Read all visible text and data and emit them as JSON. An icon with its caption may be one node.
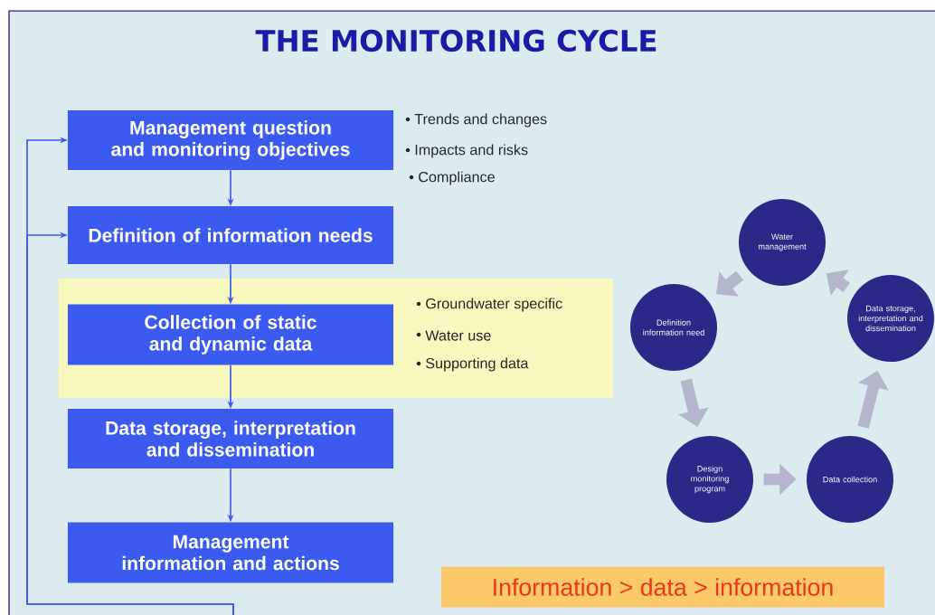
{
  "diagram": {
    "title": "THE MONITORING CYCLE",
    "nodes": [
      {
        "text": [
          "Management question and monitoring objectives"
        ],
        "beside": [
          "Trends and changes",
          "Impacts and risks",
          "Compliance"
        ]
      },
      {
        "text": [
          "Definition of information needs"
        ]
      },
      {
        "text": [
          "Groundwater specific",
          "Water use",
          "Supporting data"
        ]
      },
      {
        "text": [
          "Collection of static and dynamic data"
        ],
        "in": 2
      },
      {
        "text": [
          "Data storage, interpretation and dissemination"
        ]
      },
      {
        "text": [
          "Management information and actions"
        ]
      },
      {
        "text": [
          "Water management"
        ]
      },
      {
        "text": [
          "Definition information need"
        ]
      },
      {
        "text": [
          "Data storage, interpretation and dissemination"
        ]
      },
      {
        "text": [
          "Design monitoring program"
        ]
      },
      {
        "text": [
          "Data collection"
        ]
      },
      {
        "text": [
          "Information > data > information"
        ]
      }
    ],
    "edges": [
      {
        "from": 0,
        "to": 1,
        "arrow": "to"
      },
      {
        "from": 1,
        "to": 3,
        "arrow": "to"
      },
      {
        "from": 3,
        "to": 4,
        "arrow": "to"
      },
      {
        "from": 4,
        "to": 5,
        "arrow": "to"
      },
      {
        "from": null,
        "to": 0,
        "arrow": "to"
      },
      {
        "from": null,
        "to": 1,
        "arrow": "to"
      },
      {
        "from": 6,
        "to": 7,
        "arrow": "to",
        "style": "thick",
        "color": "#b4b6cc"
      },
      {
        "from": 7,
        "to": 9,
        "arrow": "to",
        "style": "thick",
        "color": "#b4b6cc"
      },
      {
        "from": 9,
        "to": 10,
        "arrow": "to",
        "style": "thick",
        "color": "#b4b6cc"
      },
      {
        "from": 10,
        "to": 8,
        "arrow": "to",
        "style": "thick",
        "color": "#b4b6cc"
      },
      {
        "from": 8,
        "to": 6,
        "arrow": "to",
        "style": "thick",
        "color": "#b4b6cc"
      }
    ]
  }
}
